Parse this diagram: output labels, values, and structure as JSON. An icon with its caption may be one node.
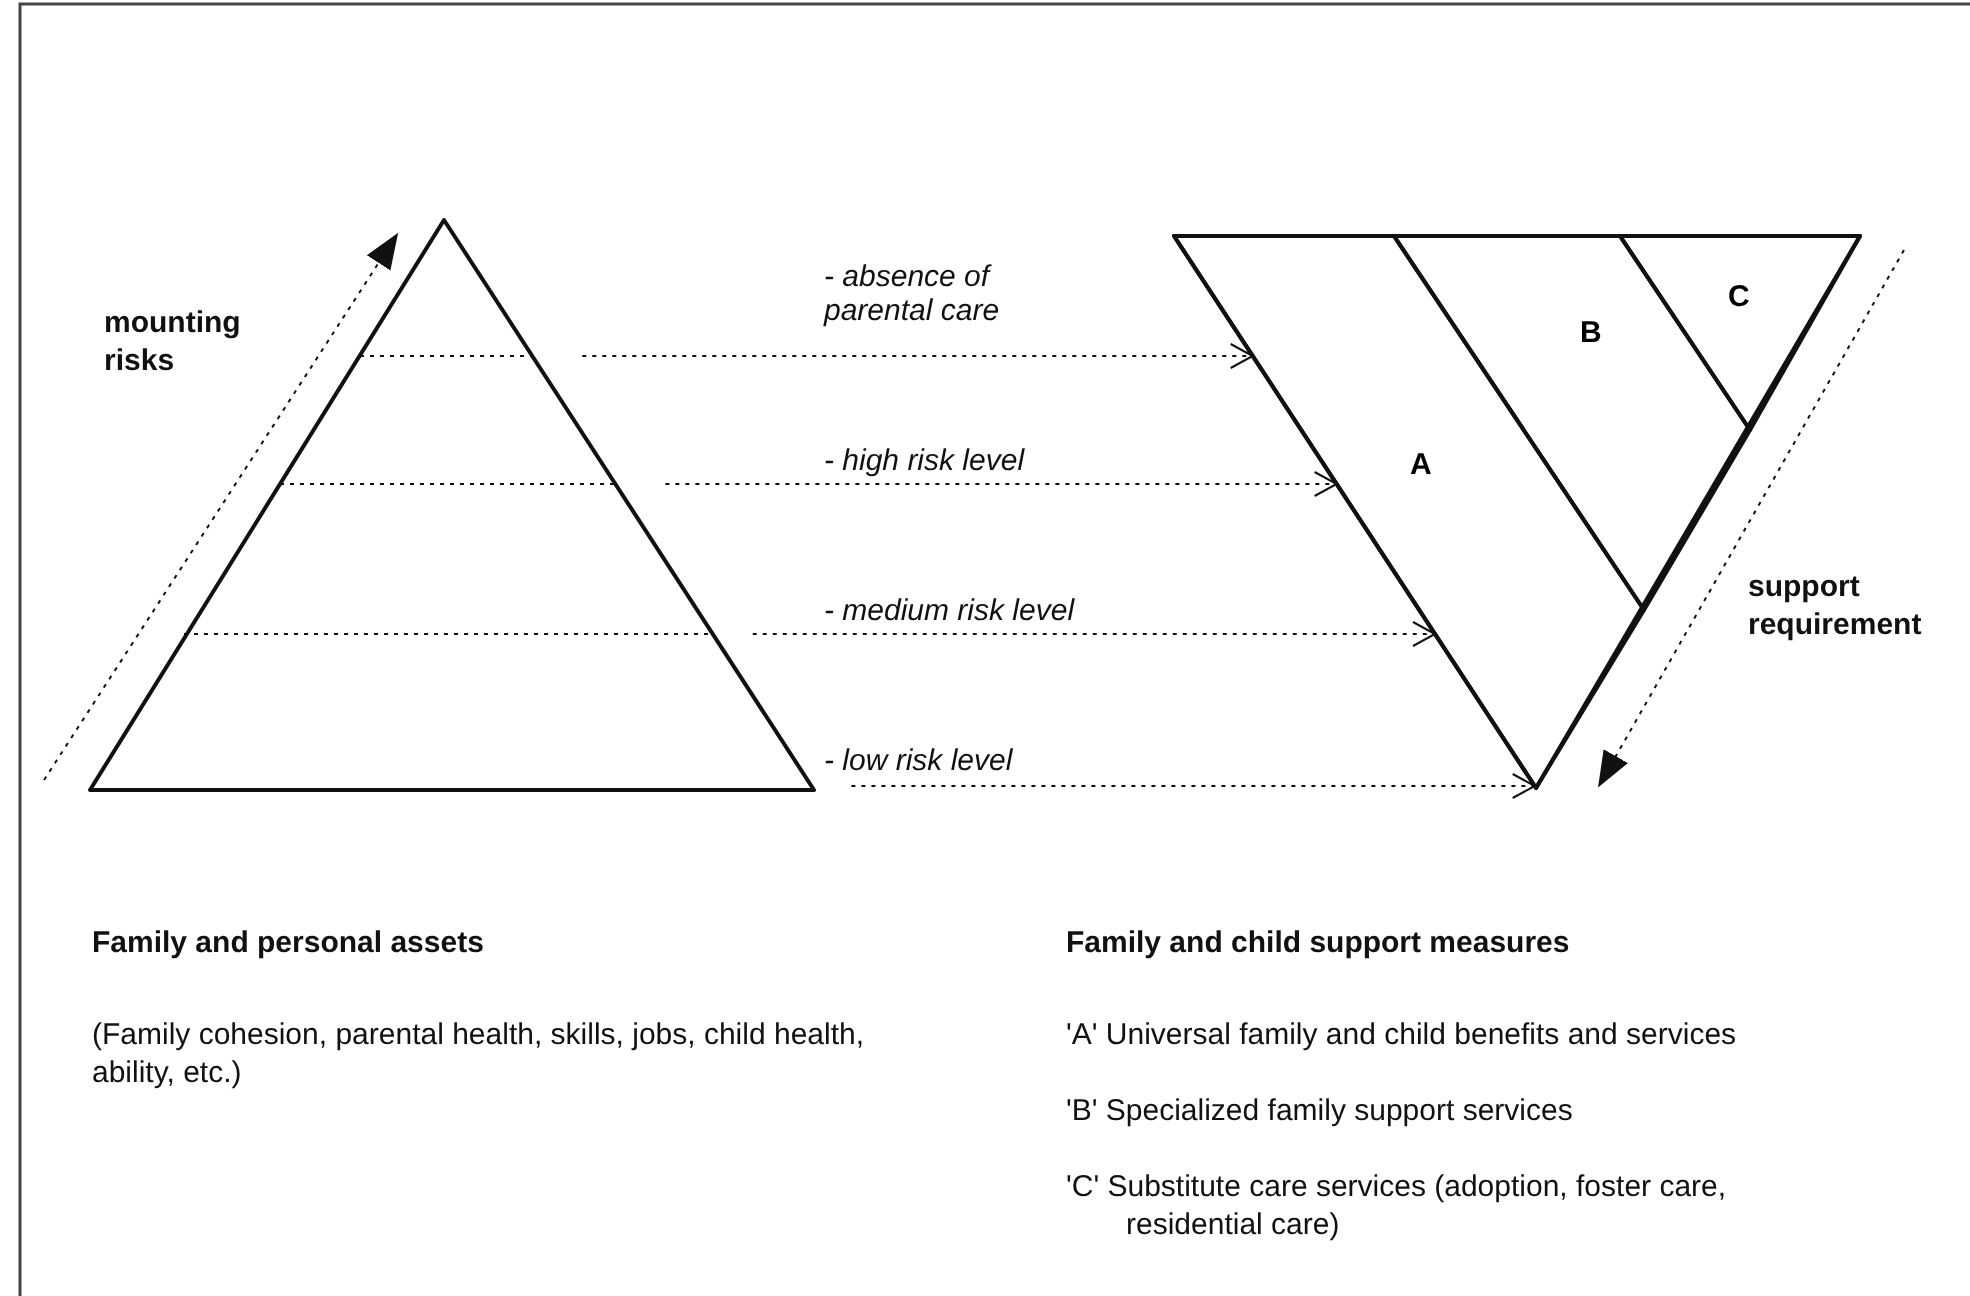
{
  "diagram": {
    "nodes": [
      {
        "text": [],
        "shape": "triangle"
      },
      {
        "text": [],
        "shape": "triangle"
      },
      {
        "text": [
          "A"
        ],
        "in": 1
      },
      {
        "text": [
          "B"
        ],
        "in": 1
      },
      {
        "text": [
          "C"
        ],
        "in": 1
      }
    ],
    "edges": [
      {
        "from": 0,
        "to": 1,
        "arrow": "to",
        "label": "- absence of parental care",
        "style": "dashed"
      },
      {
        "from": 0,
        "to": 1,
        "arrow": "to",
        "label": "- high risk level",
        "style": "dashed"
      },
      {
        "from": 0,
        "to": 1,
        "arrow": "to",
        "label": "- medium risk level",
        "style": "dashed"
      },
      {
        "from": 0,
        "to": 1,
        "arrow": "to",
        "label": "- low risk level",
        "style": "dashed"
      }
    ],
    "labels": [
      "mounting risks",
      "support requirement",
      "Family and personal assets",
      "(Family cohesion, parental health, skills, jobs, child health, ability, etc.)",
      "Family and child support measures",
      "'A' Universal family and child benefits and services",
      "'B' Specialized family support services",
      "'C' Substitute care services (adoption, foster care, residential care)"
    ]
  }
}
